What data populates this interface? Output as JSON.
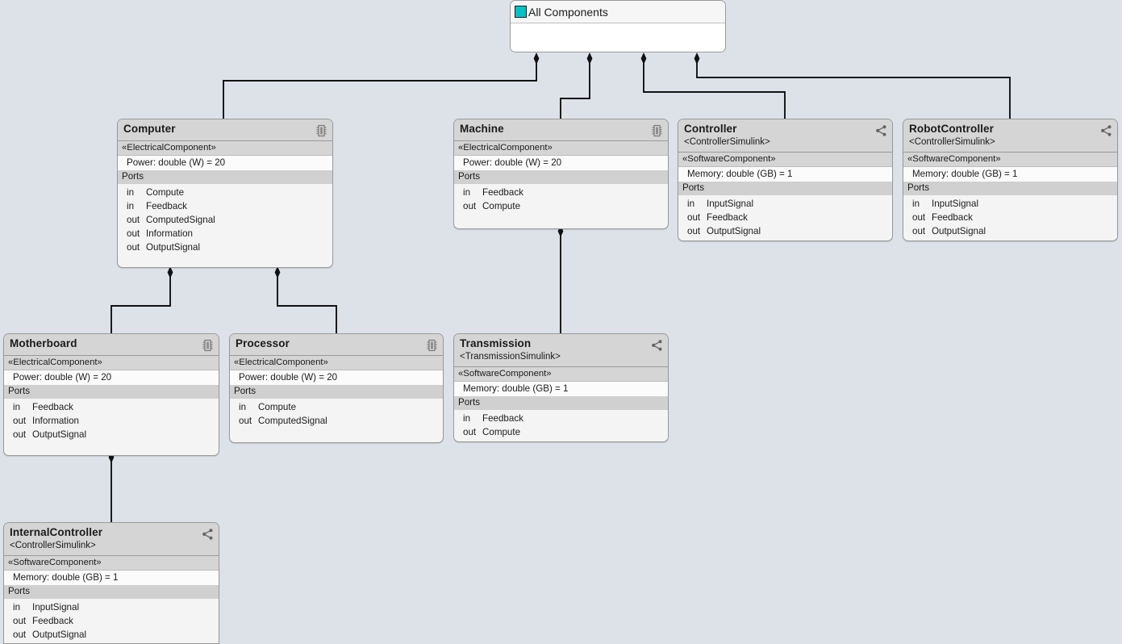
{
  "diagram": {
    "type": "architecture-component-diagram",
    "background_color": "#dde2e9",
    "root": {
      "title": "All Components",
      "swatch_color": "#00c4c4",
      "icon": "teal-square-icon"
    },
    "blocks": [
      {
        "id": "computer",
        "name": "Computer",
        "sublink": null,
        "stereotype": "«ElectricalComponent»",
        "property": "Power: double (W) = 20",
        "property_name": "Power: double",
        "property_unit": "(W)",
        "property_value": "= 20",
        "ports_label": "Ports",
        "icon": "chip-icon",
        "ports": [
          {
            "dir": "in",
            "name": "Compute"
          },
          {
            "dir": "in",
            "name": "Feedback"
          },
          {
            "dir": "out",
            "name": "ComputedSignal"
          },
          {
            "dir": "out",
            "name": "Information"
          },
          {
            "dir": "out",
            "name": "OutputSignal"
          }
        ]
      },
      {
        "id": "machine",
        "name": "Machine",
        "sublink": null,
        "stereotype": "«ElectricalComponent»",
        "property": "Power: double (W) = 20",
        "property_name": "Power: double",
        "property_unit": "(W)",
        "property_value": "= 20",
        "ports_label": "Ports",
        "icon": "chip-icon",
        "ports": [
          {
            "dir": "in",
            "name": "Feedback"
          },
          {
            "dir": "out",
            "name": "Compute"
          }
        ]
      },
      {
        "id": "controller",
        "name": "Controller",
        "sublink": "<ControllerSimulink>",
        "stereotype": "«SoftwareComponent»",
        "property": "Memory: double (GB) = 1",
        "property_name": "Memory: double",
        "property_unit": "(GB)",
        "property_value": "= 1",
        "ports_label": "Ports",
        "icon": "simulink-link-icon",
        "ports": [
          {
            "dir": "in",
            "name": "InputSignal"
          },
          {
            "dir": "out",
            "name": "Feedback"
          },
          {
            "dir": "out",
            "name": "OutputSignal"
          }
        ]
      },
      {
        "id": "robotcontroller",
        "name": "RobotController",
        "sublink": "<ControllerSimulink>",
        "stereotype": "«SoftwareComponent»",
        "property": "Memory: double (GB) = 1",
        "property_name": "Memory: double",
        "property_unit": "(GB)",
        "property_value": "= 1",
        "ports_label": "Ports",
        "icon": "simulink-link-icon",
        "ports": [
          {
            "dir": "in",
            "name": "InputSignal"
          },
          {
            "dir": "out",
            "name": "Feedback"
          },
          {
            "dir": "out",
            "name": "OutputSignal"
          }
        ]
      },
      {
        "id": "motherboard",
        "name": "Motherboard",
        "sublink": null,
        "stereotype": "«ElectricalComponent»",
        "property": "Power: double (W) = 20",
        "property_name": "Power: double",
        "property_unit": "(W)",
        "property_value": "= 20",
        "ports_label": "Ports",
        "icon": "chip-icon",
        "ports": [
          {
            "dir": "in",
            "name": "Feedback"
          },
          {
            "dir": "out",
            "name": "Information"
          },
          {
            "dir": "out",
            "name": "OutputSignal"
          }
        ]
      },
      {
        "id": "processor",
        "name": "Processor",
        "sublink": null,
        "stereotype": "«ElectricalComponent»",
        "property": "Power: double (W) = 20",
        "property_name": "Power: double",
        "property_unit": "(W)",
        "property_value": "= 20",
        "ports_label": "Ports",
        "icon": "chip-icon",
        "ports": [
          {
            "dir": "in",
            "name": "Compute"
          },
          {
            "dir": "out",
            "name": "ComputedSignal"
          }
        ]
      },
      {
        "id": "transmission",
        "name": "Transmission",
        "sublink": "<TransmissionSimulink>",
        "stereotype": "«SoftwareComponent»",
        "property": "Memory: double (GB) = 1",
        "property_name": "Memory: double",
        "property_unit": "(GB)",
        "property_value": "= 1",
        "ports_label": "Ports",
        "icon": "simulink-link-icon",
        "ports": [
          {
            "dir": "in",
            "name": "Feedback"
          },
          {
            "dir": "out",
            "name": "Compute"
          }
        ]
      },
      {
        "id": "internalcontroller",
        "name": "InternalController",
        "sublink": "<ControllerSimulink>",
        "stereotype": "«SoftwareComponent»",
        "property": "Memory: double (GB) = 1",
        "property_name": "Memory: double",
        "property_unit": "(GB)",
        "property_value": "= 1",
        "ports_label": "Ports",
        "icon": "simulink-link-icon",
        "ports": [
          {
            "dir": "in",
            "name": "InputSignal"
          },
          {
            "dir": "out",
            "name": "Feedback"
          },
          {
            "dir": "out",
            "name": "OutputSignal"
          }
        ]
      }
    ],
    "connections": [
      {
        "from": "All Components",
        "to": "Computer",
        "kind": "composition"
      },
      {
        "from": "All Components",
        "to": "Machine",
        "kind": "composition"
      },
      {
        "from": "All Components",
        "to": "Controller",
        "kind": "composition"
      },
      {
        "from": "All Components",
        "to": "RobotController",
        "kind": "composition"
      },
      {
        "from": "Computer",
        "to": "Motherboard",
        "kind": "composition"
      },
      {
        "from": "Computer",
        "to": "Processor",
        "kind": "composition"
      },
      {
        "from": "Machine",
        "to": "Transmission",
        "kind": "composition"
      },
      {
        "from": "Motherboard",
        "to": "InternalController",
        "kind": "composition"
      }
    ]
  }
}
